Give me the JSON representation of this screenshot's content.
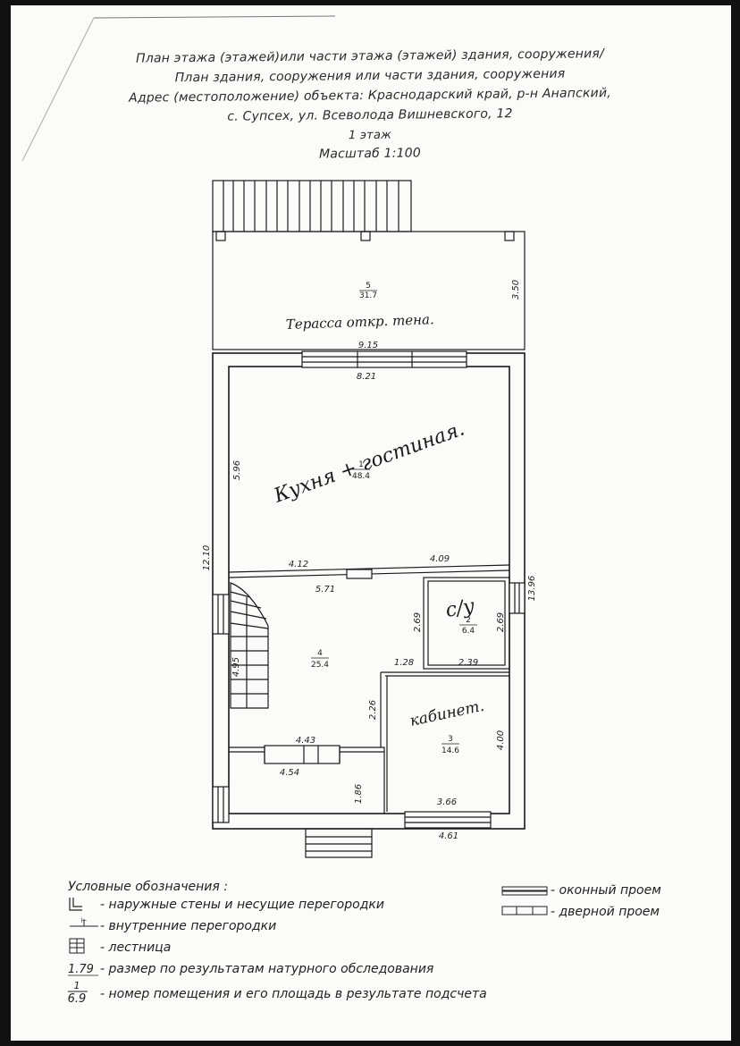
{
  "header": {
    "line1": "План этажа (этажей)или части этажа (этажей) здания, сооружения/",
    "line2": "План здания, сооружения или части здания, сооружения",
    "line3": "Адрес (местоположение) объекта: Краснодарский край, р-н Анапский,",
    "line4": "с. Супсех, ул. Всеволода Вишневского, 12",
    "line5": "1 этаж",
    "line6": "Масштаб 1:100"
  },
  "rooms": {
    "r5": {
      "num": "5",
      "area": "31.7",
      "hand": "Терасса  откр. тена."
    },
    "r1": {
      "num": "1",
      "area": "48.4",
      "hand": "Кухня + гостиная."
    },
    "r4": {
      "num": "4",
      "area": "25.4"
    },
    "r2": {
      "num": "2",
      "area": "6.4",
      "hand": "с/у"
    },
    "r3": {
      "num": "3",
      "area": "14.6",
      "hand": "кабинет."
    }
  },
  "dimensions": {
    "d915": "9.15",
    "d350": "3.50",
    "d821": "8.21",
    "d596": "5.96",
    "d1210": "12.10",
    "d412": "4.12",
    "d409": "4.09",
    "d571": "5.71",
    "d1396": "13.96",
    "d269a": "2.69",
    "d269b": "2.69",
    "d495": "4.95",
    "d128": "1.28",
    "d239": "2.39",
    "d226": "2.26",
    "d400": "4.00",
    "d443": "4.43",
    "d454": "4.54",
    "d186": "1.86",
    "d366": "3.66",
    "d461": "4.61"
  },
  "legend": {
    "title": "Условные обозначения :",
    "outer": "- наружные стены и несущие перегородки",
    "inner": "- внутренние перегородки",
    "stairs": "- лестница",
    "size_sample": "1.79",
    "size": "- размер по результатам натурного обследования",
    "num_top": "1",
    "num_bottom": "6.9",
    "num": "- номер помещения и его площадь в результате подсчета",
    "window": "- оконный проем",
    "door": "- дверной проем"
  }
}
